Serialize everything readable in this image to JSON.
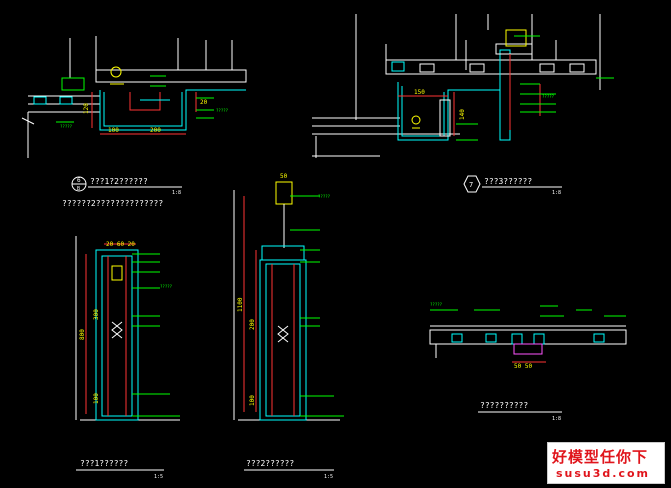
{
  "colors": {
    "background": "#000000",
    "line_white": "#ffffff",
    "line_cyan": "#00ffff",
    "line_green": "#00ff00",
    "line_red": "#ff3030",
    "line_yellow": "#ffff00",
    "line_magenta": "#ff55ff",
    "watermark_red": "#e0151c"
  },
  "details": {
    "d1": {
      "title": "???1??????",
      "scale": "1:5"
    },
    "d2": {
      "title": "???2??????",
      "scale": "1:5"
    },
    "d3": {
      "title": "??????????",
      "scale": "1:8"
    },
    "d6": {
      "number": "6",
      "sheet": "B",
      "title": "???1?2??????",
      "subtitle": "??????2??????????????",
      "scale": "1:8"
    },
    "d7": {
      "number": "7",
      "title": "???3??????",
      "scale": "1:8"
    }
  },
  "dims": {
    "d6_h": "120",
    "d6_w1": "100",
    "d6_w2": "200",
    "d6_h2": "20",
    "d7_w": "150",
    "d7_h": "140",
    "d1_top": "20  60  20",
    "d1_h": "800",
    "d1_h2": "300",
    "d1_h3": "100",
    "d2_top": "50",
    "d2_h": "1100",
    "d2_h2": "200",
    "d2_h3": "100",
    "d3_w": "50  50"
  },
  "labels": {
    "leader": "?????"
  },
  "watermark": {
    "brand": "好模型任你下",
    "url": "susu3d.com"
  }
}
